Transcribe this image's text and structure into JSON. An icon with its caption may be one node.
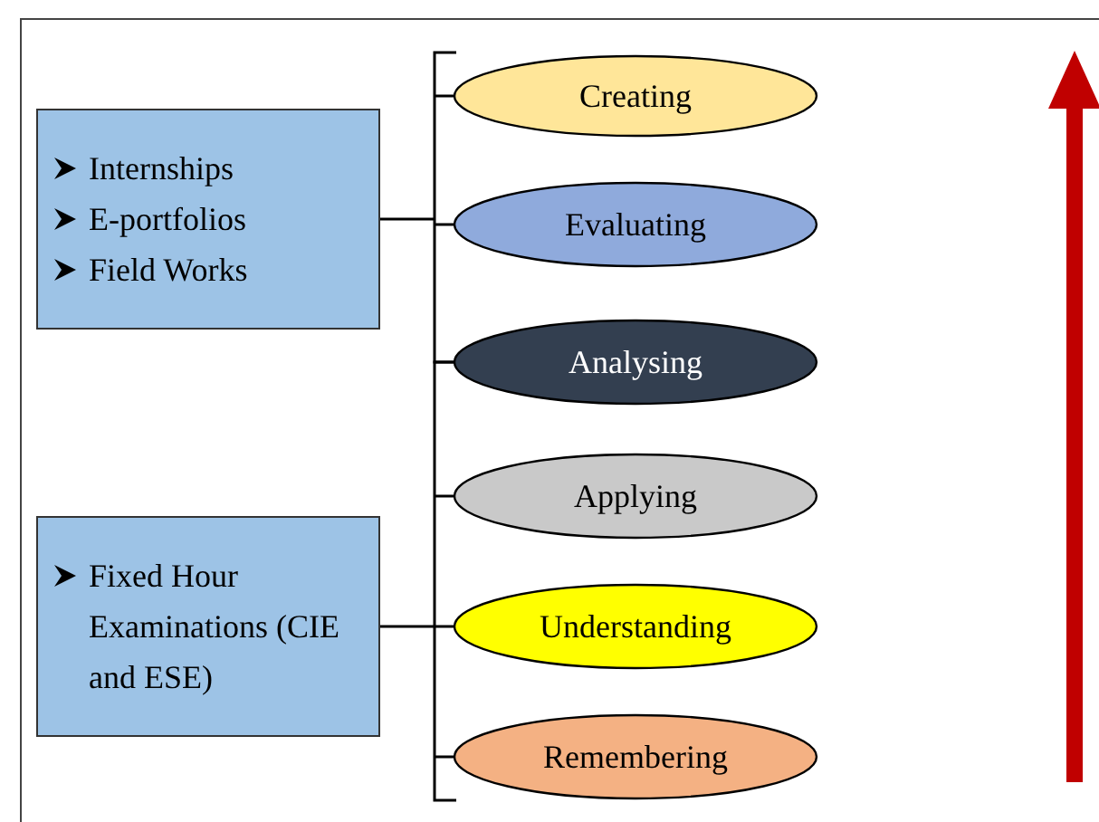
{
  "diagram": {
    "nodes": [
      {
        "text": [
          "Internships",
          "E-portfolios",
          "Field Works"
        ]
      },
      {
        "text": [
          "Fixed Hour Examinations (CIE and ESE)"
        ]
      },
      {
        "text": [
          "Creating"
        ]
      },
      {
        "text": [
          "Evaluating"
        ]
      },
      {
        "text": [
          "Analysing"
        ]
      },
      {
        "text": [
          "Applying"
        ]
      },
      {
        "text": [
          "Understanding"
        ]
      },
      {
        "text": [
          "Remembering"
        ]
      }
    ],
    "edges": [
      {
        "from": 0,
        "to": 2,
        "arrow": "none"
      },
      {
        "from": 0,
        "to": 3,
        "arrow": "none"
      },
      {
        "from": 0,
        "to": 4,
        "arrow": "none"
      },
      {
        "from": 1,
        "to": 4,
        "arrow": "none"
      },
      {
        "from": 1,
        "to": 5,
        "arrow": "none"
      },
      {
        "from": 1,
        "to": 6,
        "arrow": "none"
      },
      {
        "from": 1,
        "to": 7,
        "arrow": "none"
      }
    ]
  }
}
